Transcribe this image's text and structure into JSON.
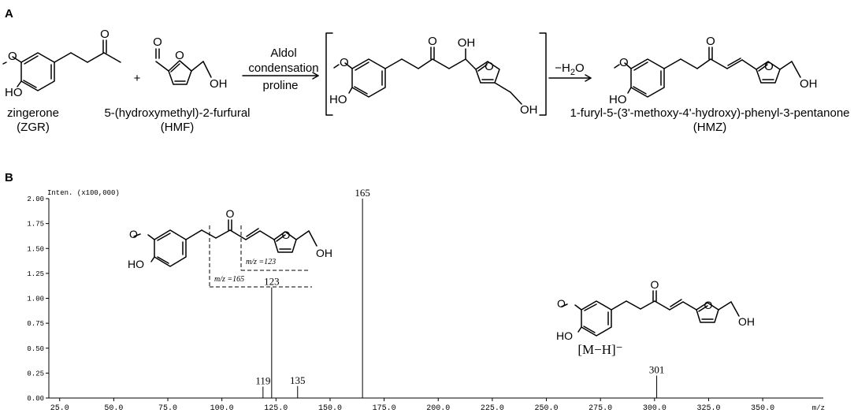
{
  "panel_a": {
    "label": "A",
    "mol_zgr": {
      "name": "zingerone",
      "abbr": "(ZGR)",
      "atom_o": "O",
      "atom_oh": "HO"
    },
    "plus": "+",
    "mol_hmf": {
      "name": "5-(hydroxymethyl)-2-furfural",
      "abbr": "(HMF)",
      "atom_o": "O",
      "atom_oh": "OH"
    },
    "arrow1": {
      "line1": "Aldol",
      "line2": "condensation",
      "line3": "proline"
    },
    "intermediate": {
      "atom_o": "O",
      "atom_oh": "OH",
      "atom_ho": "HO"
    },
    "arrow2": {
      "label_pre": "−H",
      "label_sub": "2",
      "label_post": "O"
    },
    "mol_hmz": {
      "name": "1-furyl-5-(3'-methoxy-4'-hydroxy)-phenyl-3-pentanone",
      "abbr": "(HMZ)",
      "atom_o": "O",
      "atom_oh": "OH",
      "atom_ho": "HO"
    }
  },
  "panel_b": {
    "label": "B",
    "inset": {
      "frag_123": "m/z =123",
      "frag_165": "m/z =165",
      "atom_o": "O",
      "atom_oh": "OH",
      "atom_ho": "HO"
    },
    "right_structure": {
      "ion_label": "[M−H]⁻",
      "atom_o": "O",
      "atom_oh": "OH",
      "atom_ho": "HO"
    }
  },
  "chart_data": {
    "type": "bar",
    "title": "",
    "ylabel": "Inten. (x100,000)",
    "xlabel": "m/z",
    "xlim": [
      20.0,
      378.0
    ],
    "ylim": [
      0.0,
      2.0
    ],
    "x_ticks": [
      "25.0",
      "50.0",
      "75.0",
      "100.0",
      "125.0",
      "150.0",
      "175.0",
      "200.0",
      "225.0",
      "250.0",
      "275.0",
      "300.0",
      "325.0",
      "350.0"
    ],
    "y_ticks": [
      "0.00",
      "0.25",
      "0.50",
      "0.75",
      "1.00",
      "1.25",
      "1.50",
      "1.75",
      "2.00"
    ],
    "peaks": [
      {
        "mz": 119,
        "intensity": 0.115,
        "label": "119"
      },
      {
        "mz": 123,
        "intensity": 1.11,
        "label": "123"
      },
      {
        "mz": 135,
        "intensity": 0.12,
        "label": "135"
      },
      {
        "mz": 165,
        "intensity": 2.0,
        "label": "165"
      },
      {
        "mz": 301,
        "intensity": 0.225,
        "label": "301"
      }
    ]
  }
}
